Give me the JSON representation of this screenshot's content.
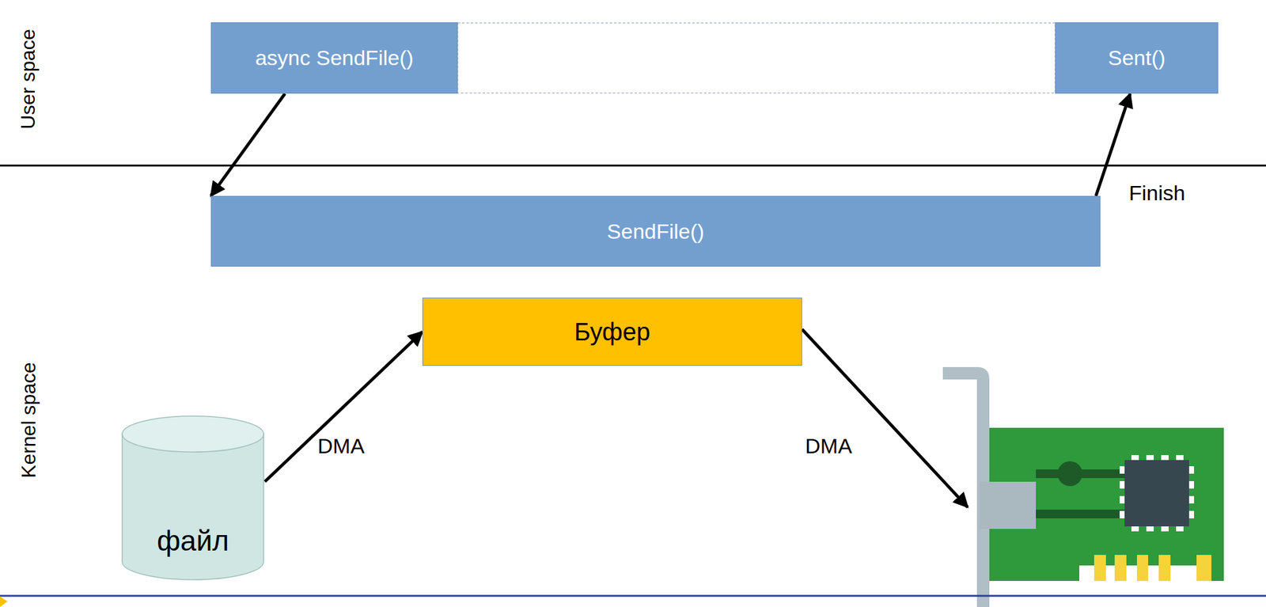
{
  "diagram": {
    "nodes": [
      {
        "text": [
          "async SendFile()"
        ]
      },
      {
        "text": [
          "Sent()"
        ]
      },
      {
        "text": [
          "SendFile()"
        ]
      },
      {
        "text": [
          "Буфер"
        ]
      },
      {
        "text": [
          "файл"
        ]
      }
    ],
    "edges": [
      {
        "from": 0,
        "to": 2,
        "arrow": "to"
      },
      {
        "from": 2,
        "to": 1,
        "arrow": "to"
      },
      {
        "from": 4,
        "to": 3,
        "label": "DMA",
        "arrow": "to"
      }
    ],
    "labels": [
      "User space",
      "Kernel space",
      "Finish",
      "DMA"
    ]
  }
}
